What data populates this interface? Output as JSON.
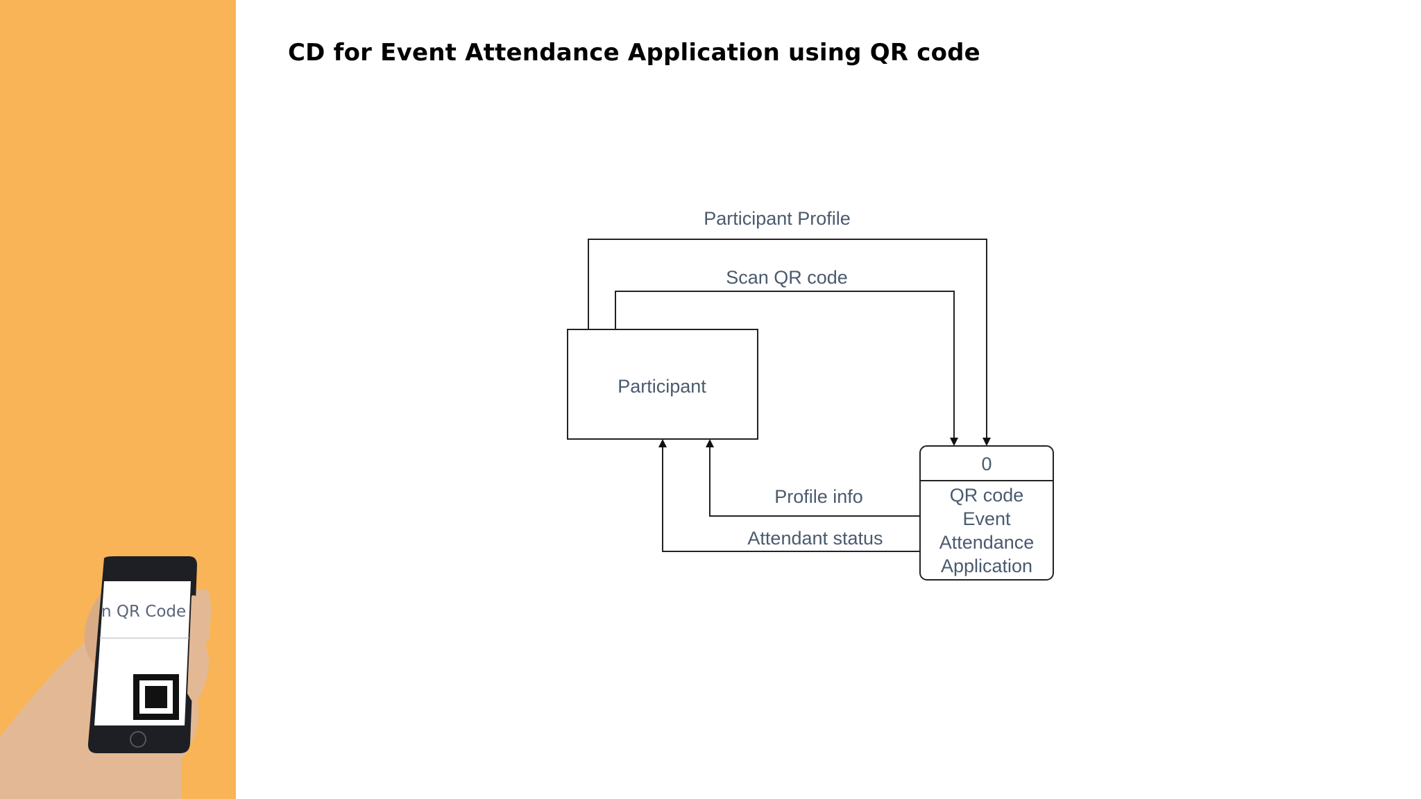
{
  "slide": {
    "title": "CD for Event Attendance Application using QR code",
    "accent_color": "#f8b457"
  },
  "diagram": {
    "entity": {
      "label": "Participant"
    },
    "process": {
      "number": "0",
      "lines": [
        "QR code",
        "Event",
        "Attendance",
        "Application"
      ]
    },
    "flows": {
      "participant_profile": "Participant Profile",
      "scan_qr_code": "Scan QR code",
      "profile_info": "Profile info",
      "attendant_status": "Attendant status"
    }
  },
  "phone": {
    "screen_text": "n QR Code"
  }
}
